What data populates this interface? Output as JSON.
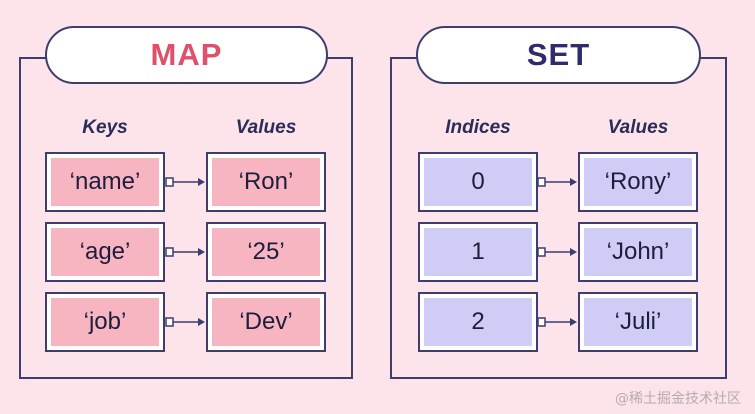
{
  "colors": {
    "background": "#fde4ea",
    "map_title": "#e0506a",
    "set_title": "#2c2c6e",
    "map_cell": "#f7b5c2",
    "set_cell": "#cfcdf5",
    "stroke": "#3d3d6e"
  },
  "map": {
    "title": "MAP",
    "left_header": "Keys",
    "right_header": "Values",
    "rows": [
      {
        "left": "‘name’",
        "right": "‘Ron’"
      },
      {
        "left": "‘age’",
        "right": "‘25’"
      },
      {
        "left": "‘job’",
        "right": "‘Dev’"
      }
    ]
  },
  "set": {
    "title": "SET",
    "left_header": "Indices",
    "right_header": "Values",
    "rows": [
      {
        "left": "0",
        "right": "‘Rony’"
      },
      {
        "left": "1",
        "right": "‘John’"
      },
      {
        "left": "2",
        "right": "‘Juli’"
      }
    ]
  },
  "watermark": "@稀土掘金技术社区"
}
